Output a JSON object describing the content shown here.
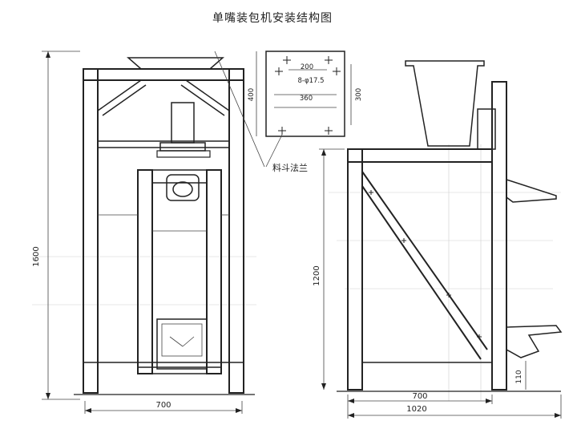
{
  "title": "单嘴装包机安装结构图",
  "front_view": {
    "height_dim": "1600",
    "width_dim": "700"
  },
  "flange_detail": {
    "label": "料斗法兰",
    "hole_spacing": "200",
    "holes": "8-φ17.5",
    "inner_width": "360",
    "outer_height": "400",
    "inner_height": "300"
  },
  "side_view": {
    "height_dim": "1200",
    "frame_width_dim": "700",
    "overall_width_dim": "1020",
    "pedal_height_dim": "110"
  },
  "colors": {
    "line": "#222222",
    "ghost": "#cfcfcf"
  }
}
